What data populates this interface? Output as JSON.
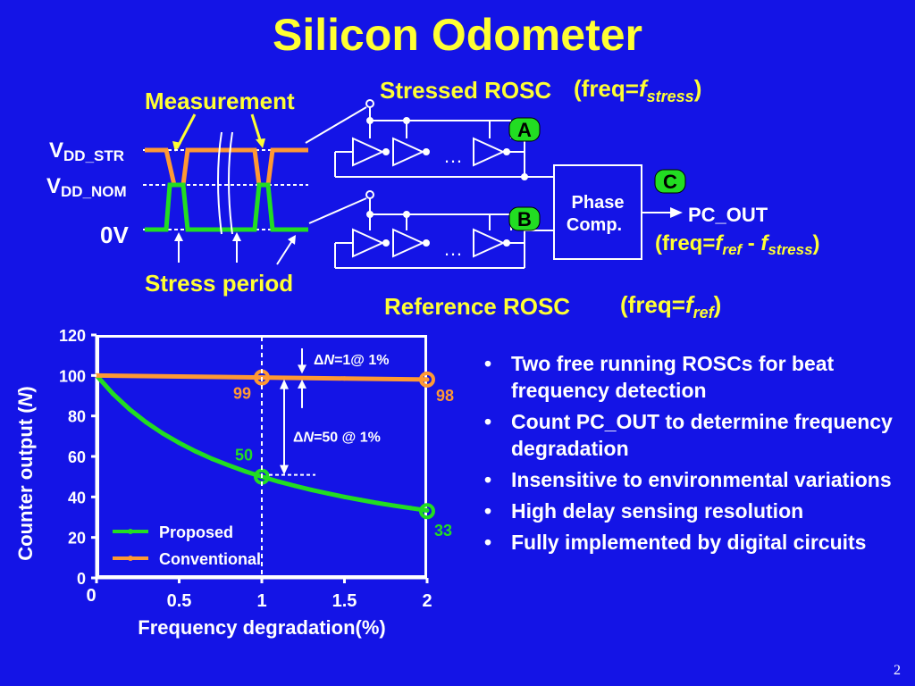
{
  "title": "Silicon Odometer",
  "waveform": {
    "measurement_label": "Measurement",
    "stress_period_label": "Stress period",
    "vdd_str_main": "V",
    "vdd_str_sub": "DD_STR",
    "vdd_nom_main": "V",
    "vdd_nom_sub": "DD_NOM",
    "zero_v": "0V"
  },
  "circuit": {
    "stressed_label": "Stressed ROSC",
    "stressed_freq_prefix": "(freq=",
    "stressed_freq_var": "f",
    "stressed_freq_sub": "stress",
    "stressed_freq_suffix": ")",
    "reference_label": "Reference ROSC",
    "reference_freq_prefix": "(freq=",
    "reference_freq_var": "f",
    "reference_freq_sub": "ref",
    "reference_freq_suffix": ")",
    "node_a": "A",
    "node_b": "B",
    "node_c": "C",
    "ellipsis": "…",
    "phase_comp_line1": "Phase",
    "phase_comp_line2": "Comp.",
    "pc_out": "PC_OUT",
    "out_freq_prefix": "(freq=",
    "out_freq_var1": "f",
    "out_freq_sub1": "ref",
    "out_freq_mid": " - ",
    "out_freq_var2": "f",
    "out_freq_sub2": "stress",
    "out_freq_suffix": ")"
  },
  "chart_data": {
    "type": "line",
    "xlabel": "Frequency degradation(%)",
    "ylabel_main": "Counter output (",
    "ylabel_var": "N",
    "ylabel_end": ")",
    "xlim": [
      0,
      2
    ],
    "ylim": [
      0,
      120
    ],
    "x_ticks": [
      "0",
      "0.5",
      "1",
      "1.5",
      "2"
    ],
    "y_ticks": [
      "0",
      "20",
      "40",
      "60",
      "80",
      "100",
      "120"
    ],
    "series": [
      {
        "name": "Proposed",
        "color": "#22dd22",
        "x": [
          0,
          0.1,
          0.2,
          0.3,
          0.4,
          0.5,
          0.6,
          0.7,
          0.8,
          0.9,
          1.0,
          1.1,
          1.2,
          1.3,
          1.4,
          1.5,
          1.6,
          1.7,
          1.8,
          1.9,
          2.0
        ],
        "y": [
          100,
          90.9,
          83.3,
          76.9,
          71.4,
          66.7,
          62.5,
          58.8,
          55.6,
          52.6,
          50,
          47.6,
          45.5,
          43.5,
          41.7,
          40,
          38.5,
          37,
          35.7,
          34.5,
          33.3
        ],
        "marked_points": [
          {
            "x": 1,
            "y": 50,
            "label": "50"
          },
          {
            "x": 2,
            "y": 33,
            "label": "33"
          }
        ]
      },
      {
        "name": "Conventional",
        "color": "#ff9933",
        "x": [
          0,
          0.5,
          1.0,
          1.5,
          2.0
        ],
        "y": [
          100,
          99.5,
          99,
          98.5,
          98
        ],
        "marked_points": [
          {
            "x": 1,
            "y": 99,
            "label": "99"
          },
          {
            "x": 2,
            "y": 98,
            "label": "98"
          }
        ]
      }
    ],
    "annotations": {
      "dn1_prefix": "Δ",
      "dn1_var": "N",
      "dn1_text": "=1@ 1%",
      "dn50_prefix": "Δ",
      "dn50_var": "N",
      "dn50_text": "=50 @ 1%"
    },
    "legend_position": "bottom-left"
  },
  "bullets": [
    "Two free running ROSCs for beat frequency detection",
    "Count PC_OUT to determine frequency degradation",
    "Insensitive to environmental variations",
    "High delay sensing resolution",
    "Fully implemented by digital circuits"
  ],
  "page_number": "2",
  "colors": {
    "background": "#1414e6",
    "title": "#ffff33",
    "proposed": "#22dd22",
    "conventional": "#ff9933",
    "node_badge": "#22dd22"
  }
}
